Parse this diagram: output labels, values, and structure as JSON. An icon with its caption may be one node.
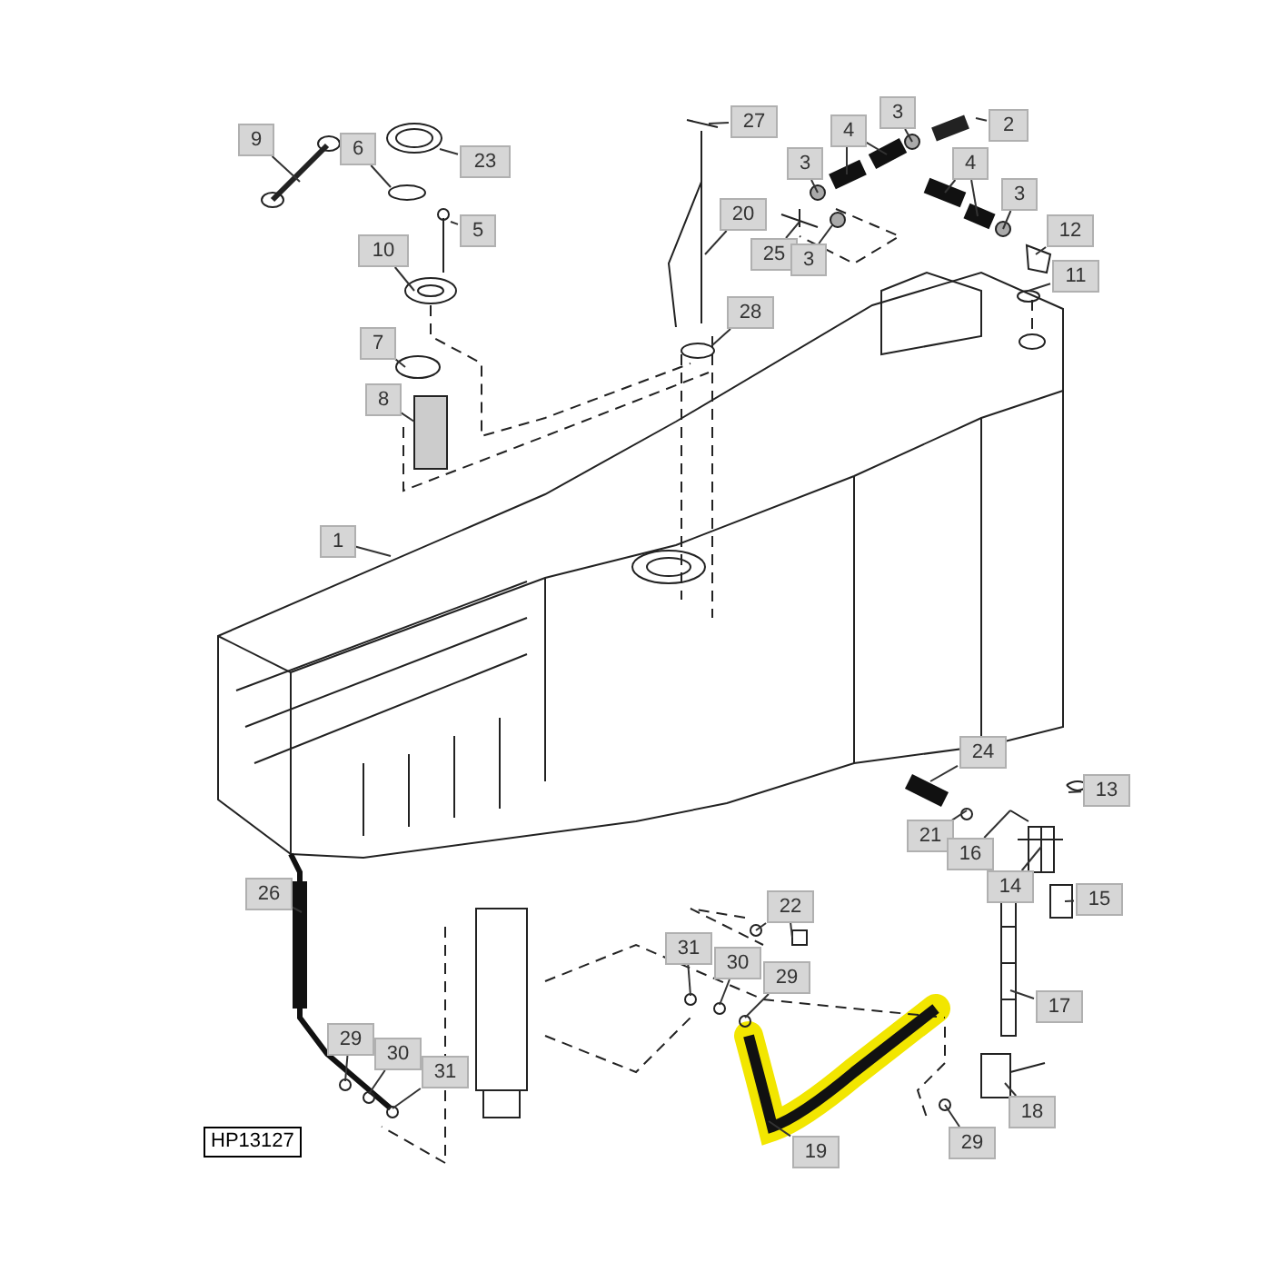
{
  "diagram": {
    "nodes": [
      {
        "text": [
          "27"
        ]
      },
      {
        "text": [
          "2"
        ]
      },
      {
        "text": [
          "3"
        ]
      },
      {
        "text": [
          "9"
        ]
      },
      {
        "text": [
          "4"
        ]
      },
      {
        "text": [
          "23"
        ]
      },
      {
        "text": [
          "6"
        ]
      },
      {
        "text": [
          "3"
        ]
      },
      {
        "text": [
          "4"
        ]
      },
      {
        "text": [
          "3"
        ]
      },
      {
        "text": [
          "5"
        ]
      },
      {
        "text": [
          "10"
        ]
      },
      {
        "text": [
          "20"
        ]
      },
      {
        "text": [
          "12"
        ]
      },
      {
        "text": [
          "25"
        ]
      },
      {
        "text": [
          "3"
        ]
      },
      {
        "text": [
          "11"
        ]
      },
      {
        "text": [
          "28"
        ]
      },
      {
        "text": [
          "7"
        ]
      },
      {
        "text": [
          "8"
        ]
      },
      {
        "text": [
          "1"
        ]
      },
      {
        "text": [
          "24"
        ]
      },
      {
        "text": [
          "13"
        ]
      },
      {
        "text": [
          "21"
        ]
      },
      {
        "text": [
          "16"
        ]
      },
      {
        "text": [
          "14"
        ]
      },
      {
        "text": [
          "26"
        ]
      },
      {
        "text": [
          "15"
        ]
      },
      {
        "text": [
          "22"
        ]
      },
      {
        "text": [
          "31"
        ]
      },
      {
        "text": [
          "30"
        ]
      },
      {
        "text": [
          "29"
        ]
      },
      {
        "text": [
          "17"
        ]
      },
      {
        "text": [
          "29"
        ]
      },
      {
        "text": [
          "30"
        ]
      },
      {
        "text": [
          "31"
        ]
      },
      {
        "text": [
          "18"
        ]
      },
      {
        "text": [
          "19"
        ]
      },
      {
        "text": [
          "29"
        ]
      }
    ],
    "edges": [
      {
        "from": 0,
        "to": null,
        "arrow": "none"
      },
      {
        "from": 1,
        "to": null,
        "arrow": "none"
      },
      {
        "from": 2,
        "to": null,
        "arrow": "none"
      },
      {
        "from": 3,
        "to": null,
        "arrow": "none"
      },
      {
        "from": 4,
        "to": null,
        "arrow": "none"
      },
      {
        "from": 4,
        "to": null,
        "arrow": "none"
      },
      {
        "from": 5,
        "to": null,
        "arrow": "none"
      },
      {
        "from": 6,
        "to": null,
        "arrow": "none"
      },
      {
        "from": 7,
        "to": null,
        "arrow": "none"
      },
      {
        "from": 8,
        "to": null,
        "arrow": "none"
      },
      {
        "from": 8,
        "to": null,
        "arrow": "none"
      },
      {
        "from": 9,
        "to": null,
        "arrow": "none"
      },
      {
        "from": 10,
        "to": null,
        "arrow": "none"
      },
      {
        "from": 11,
        "to": null,
        "arrow": "none"
      },
      {
        "from": 12,
        "to": null,
        "arrow": "none"
      },
      {
        "from": 13,
        "to": null,
        "arrow": "none"
      },
      {
        "from": 14,
        "to": null,
        "arrow": "none"
      },
      {
        "from": 15,
        "to": null,
        "arrow": "none"
      },
      {
        "from": 16,
        "to": null,
        "arrow": "none"
      },
      {
        "from": 17,
        "to": null,
        "arrow": "none"
      },
      {
        "from": 18,
        "to": null,
        "arrow": "none"
      },
      {
        "from": 19,
        "to": null,
        "arrow": "none"
      },
      {
        "from": 20,
        "to": null,
        "arrow": "none"
      },
      {
        "from": 21,
        "to": null,
        "arrow": "none"
      },
      {
        "from": 22,
        "to": null,
        "arrow": "none"
      },
      {
        "from": 23,
        "to": null,
        "arrow": "none"
      },
      {
        "from": 24,
        "to": null,
        "arrow": "none"
      },
      {
        "from": 25,
        "to": null,
        "arrow": "none"
      },
      {
        "from": 26,
        "to": null,
        "arrow": "none"
      },
      {
        "from": 27,
        "to": null,
        "arrow": "none"
      },
      {
        "from": 28,
        "to": null,
        "arrow": "none"
      },
      {
        "from": 28,
        "to": null,
        "arrow": "none"
      },
      {
        "from": 29,
        "to": null,
        "arrow": "none"
      },
      {
        "from": 30,
        "to": null,
        "arrow": "none"
      },
      {
        "from": 31,
        "to": null,
        "arrow": "none"
      },
      {
        "from": 32,
        "to": null,
        "arrow": "none"
      },
      {
        "from": 33,
        "to": null,
        "arrow": "none"
      },
      {
        "from": 34,
        "to": null,
        "arrow": "none"
      },
      {
        "from": 35,
        "to": null,
        "arrow": "none"
      },
      {
        "from": 36,
        "to": null,
        "arrow": "none"
      },
      {
        "from": 37,
        "to": null,
        "arrow": "none"
      },
      {
        "from": 38,
        "to": null,
        "arrow": "none"
      }
    ],
    "labels": [
      "HP13127"
    ]
  }
}
